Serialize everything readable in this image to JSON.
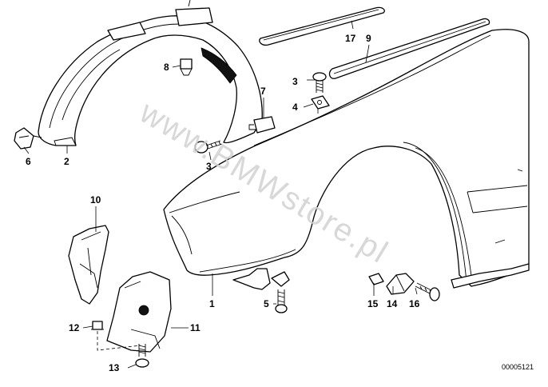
{
  "diagram": {
    "watermark": "www.BMWstore.pl",
    "diagram_id": "00005121",
    "callouts": [
      "1",
      "2",
      "3",
      "3",
      "4",
      "5",
      "6",
      "7",
      "8",
      "9",
      "10",
      "11",
      "12",
      "13",
      "14",
      "15",
      "16",
      "17"
    ]
  }
}
